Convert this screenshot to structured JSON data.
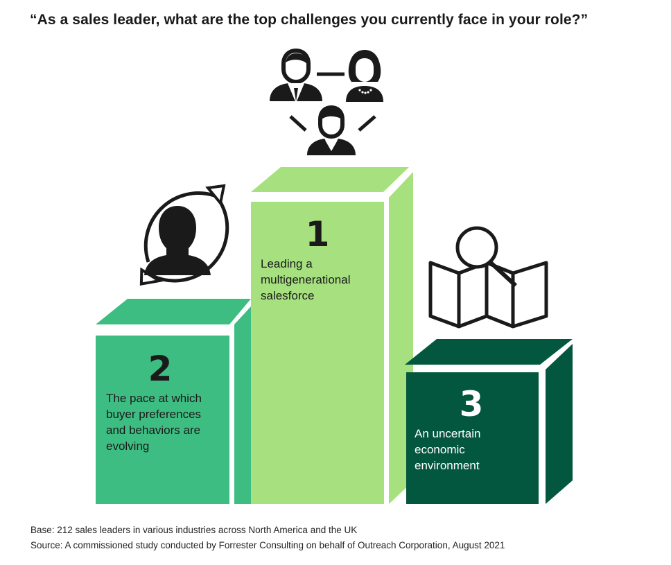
{
  "title": "“As a sales leader, what are the top challenges you currently face in your role?”",
  "podium": {
    "first": {
      "rank": "1",
      "lines": [
        "Leading a",
        "multigenerational",
        "salesforce"
      ],
      "icon": "team-generations-icon",
      "front_color": "#a6e07f",
      "top_color": "#a6e07f",
      "side_color": "#a6e07f"
    },
    "second": {
      "rank": "2",
      "lines": [
        "The pace at which",
        "buyer preferences",
        "and behaviors are",
        "evolving"
      ],
      "icon": "person-cycle-icon",
      "front_color": "#3dbd81",
      "top_color": "#3dbd81",
      "side_color": "#3dbd81"
    },
    "third": {
      "rank": "3",
      "lines": [
        "An uncertain",
        "economic",
        "environment"
      ],
      "icon": "map-magnifier-icon",
      "front_color": "#04573f",
      "top_color": "#04573f",
      "side_color": "#04573f"
    }
  },
  "footer": {
    "base": "Base: 212 sales leaders in various industries across North America and the UK",
    "source": "Source: A commissioned study conducted by Forrester Consulting on behalf of Outreach Corporation, August 2021"
  }
}
